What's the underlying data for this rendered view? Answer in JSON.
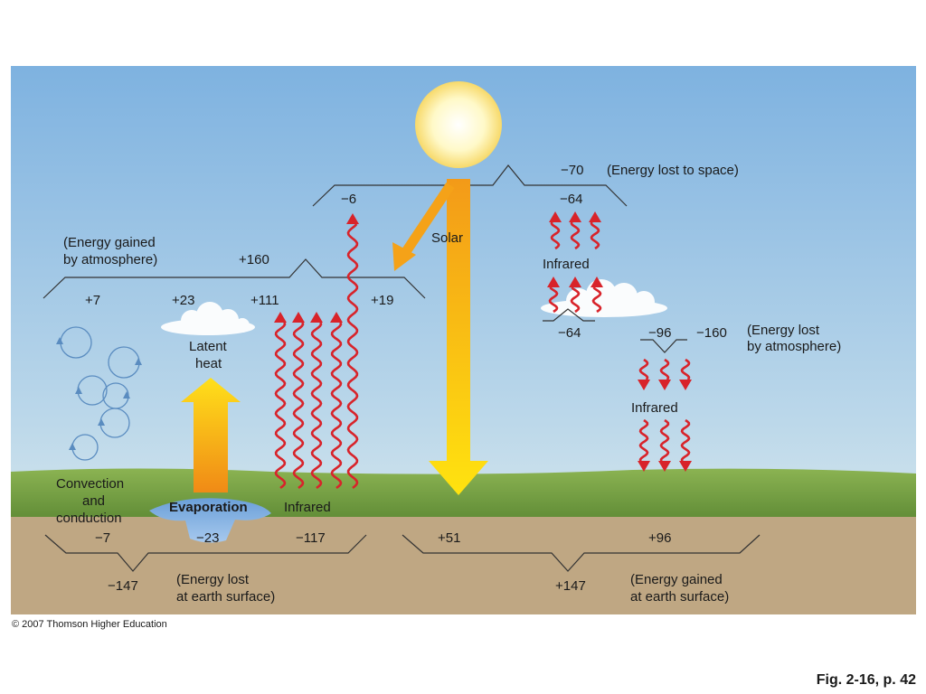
{
  "labels": {
    "lost_to_space_value": "−70",
    "lost_to_space_text": "(Energy lost to space)",
    "solar_top_value": "−6",
    "ir_top_right_value": "−64",
    "solar": "Solar",
    "gained_by_atm_line1": "(Energy gained",
    "gained_by_atm_line2": "by atmosphere)",
    "atm_total": "+160",
    "atm_plus7": "+7",
    "atm_plus23": "+23",
    "atm_plus111": "+111",
    "atm_plus19": "+19",
    "infrared_upper": "Infrared",
    "cloud_value": "−64",
    "atm_lost_96": "−96",
    "atm_lost_160": "−160",
    "lost_by_atm_line1": "(Energy lost",
    "lost_by_atm_line2": "by atmosphere)",
    "latent_line1": "Latent",
    "latent_line2": "heat",
    "infrared_lower_right": "Infrared",
    "convection_line1": "Convection",
    "convection_line2": "and",
    "convection_line3": "conduction",
    "evaporation": "Evaporation",
    "infrared_ground": "Infrared",
    "surf_minus7": "−7",
    "surf_minus23": "−23",
    "surf_minus117": "−117",
    "surf_plus51": "+51",
    "surf_plus96": "+96",
    "surf_lost_total": "−147",
    "lost_surface_line1": "(Energy lost",
    "lost_surface_line2": "at earth surface)",
    "surf_gain_total": "+147",
    "gained_surface_line1": "(Energy gained",
    "gained_surface_line2": "at earth surface)",
    "copyright": "© 2007 Thomson Higher Education",
    "fig_ref": "Fig. 2-16, p. 42"
  },
  "colors": {
    "sky_top": "#7eb2e0",
    "sky_bottom": "#e3eff3",
    "grass": "#6e9a3e",
    "soil": "#bfa783",
    "infrared_arrow": "#d8232a",
    "solar_arrow": "#f7b21a",
    "sun": "#fffbd0"
  }
}
